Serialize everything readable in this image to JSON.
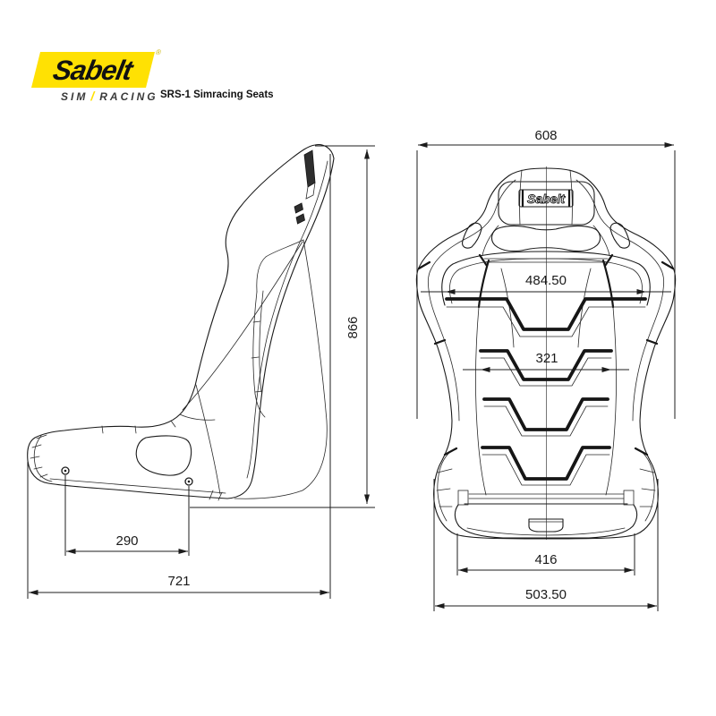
{
  "header": {
    "brand": "Sabelt",
    "registered": "®",
    "series_left": "SIM",
    "series_right": "RACING",
    "product": "SRS-1 Simracing Seats"
  },
  "colors": {
    "brand_yellow": "#ffe103",
    "line": "#1a1a1a",
    "background": "#ffffff"
  },
  "seat_logo": "Sabelt",
  "views": {
    "side_view": "seat side profile with mounting holes",
    "front_view": "seat rear shell with harness slots"
  },
  "dims": {
    "height": "866",
    "seat_depth": "721",
    "hole_spacing": "290",
    "top_width": "608",
    "shoulder_width": "484.50",
    "inner_width": "321",
    "base_width": "416",
    "bottom_width": "503.50"
  }
}
